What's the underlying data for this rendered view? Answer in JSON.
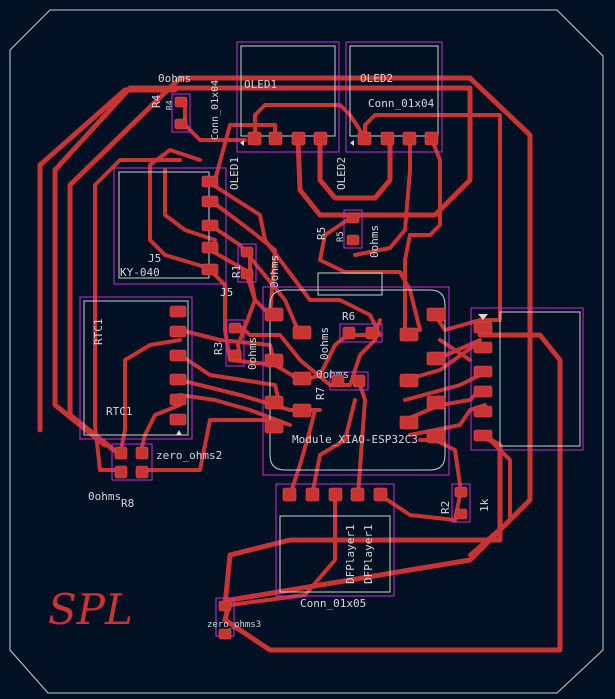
{
  "board": {
    "logo": "SPL",
    "colors": {
      "background": "#001023",
      "copper": "#c83434",
      "silkscreen": "#d8d8d8",
      "courtyard": "#cc2ecc",
      "edge_cuts": "#cfcfcf"
    }
  },
  "labels": {
    "oled1_ref": "OLED1",
    "oled1_value": "Conn_01x04",
    "oled1_fab": "OLED1",
    "oled2_ref": "OLED2",
    "oled2_value": "Conn_01x04",
    "oled2_fab": "OLED2",
    "r4_ref": "R4",
    "r4_fab": "R4",
    "r4_value": "0ohms",
    "j5_ref": "J5",
    "j5_fab": "J5",
    "j5_value": "KY-040",
    "r1_ref": "R1",
    "r1_value": "0ohms",
    "r5_ref": "R5",
    "r5_fab": "R5",
    "r5_value": "0ohms",
    "rtc1_ref": "RTC1",
    "rtc1_fab": "RTC1",
    "r3_ref": "R3",
    "r3_value": "0ohms",
    "r6_ref": "R6",
    "r6_value": "0ohms",
    "r7_ref": "R7",
    "r7_value": "0ohms",
    "r8_ref": "R8",
    "r8_value": "0ohms",
    "zero_ohms2": "zero_ohms2",
    "zero_ohms3": "zero_ohms3",
    "xiao_value": "Module_XIAO-ESP32C3",
    "xiao_fab": "Module_XIAO-ESP32C3",
    "r2_ref": "R2",
    "r2_value": "1k",
    "dfp_ref": "DFPlayer1",
    "dfp_fab": "DFPlayer1",
    "dfp_value": "Conn_01x05"
  }
}
